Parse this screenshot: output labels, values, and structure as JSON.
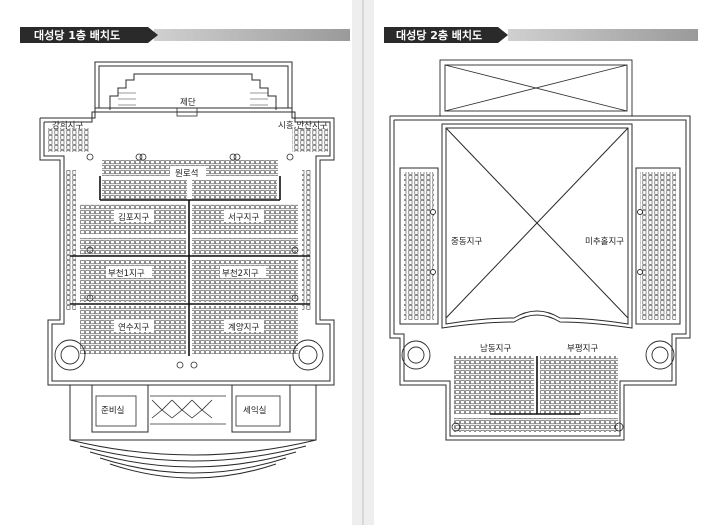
{
  "left_page": {
    "title": "대성당 1층 배치도",
    "labels": {
      "altar": "제단",
      "left_front_section": "강희지구",
      "right_front_section": "시흥,안산지구",
      "center_seating": "원로석",
      "section_gimpo": "김포지구",
      "section_seo": "서구지구",
      "section_bucheon1": "부천1지구",
      "section_bucheon2": "부천2지구",
      "section_yeonsu": "연수지구",
      "section_gyeyang": "계양지구",
      "prep_room": "준비실",
      "baptism_room": "세익실"
    }
  },
  "right_page": {
    "title": "대성당 2층 배치도",
    "labels": {
      "section_jungdong": "중동지구",
      "section_michuhol": "미추홀지구",
      "section_namdong": "남동지구",
      "section_bupyeong": "부평지구"
    }
  },
  "colors": {
    "header_bar": "#2a2a2a",
    "header_fade": "#bdbdbd",
    "line": "#2b2b2b",
    "page_bg": "#ffffff",
    "gutter": "#e6e6e6"
  }
}
